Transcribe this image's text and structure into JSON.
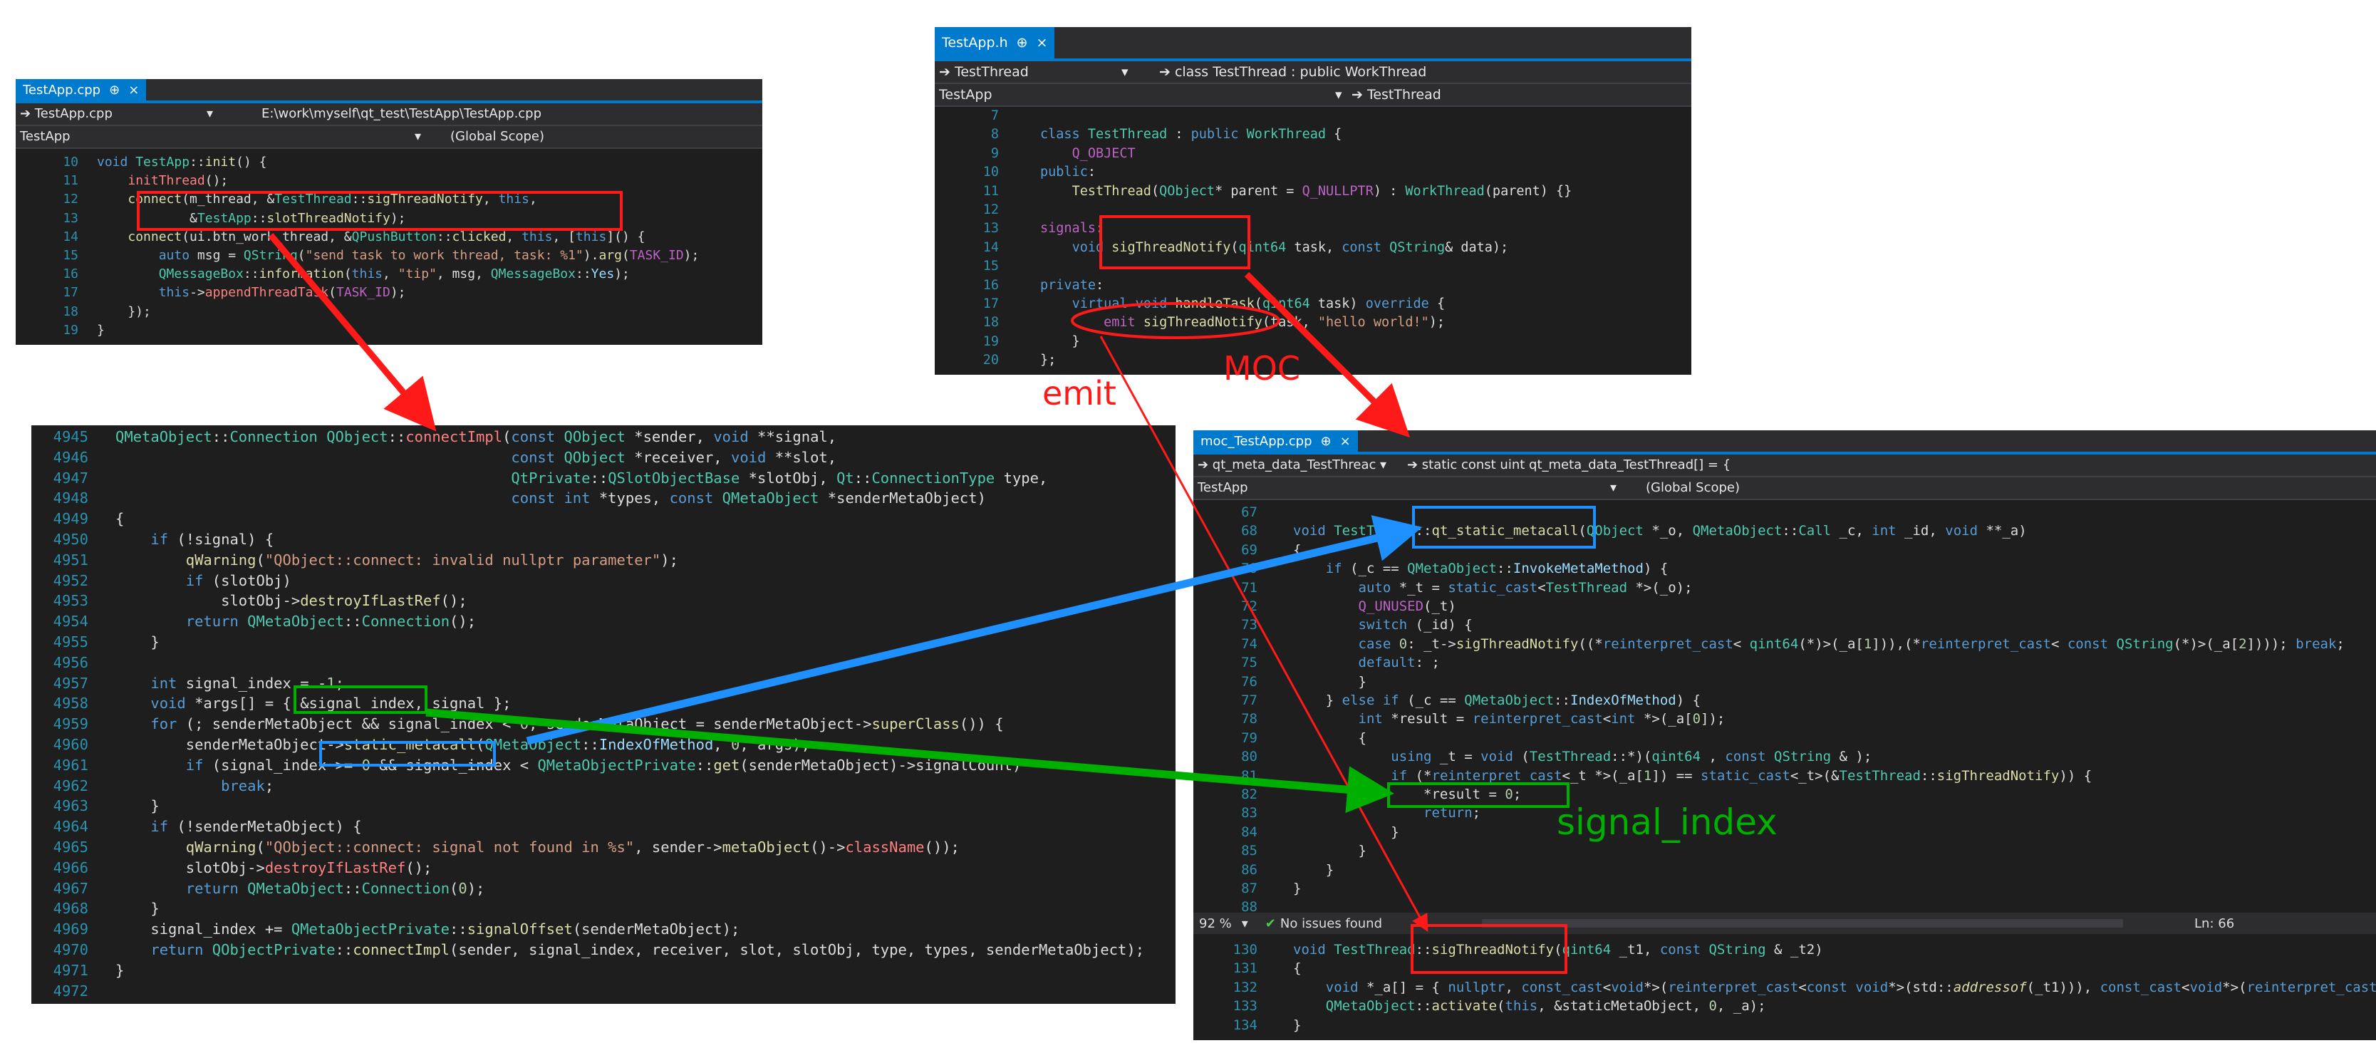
{
  "annotations": {
    "emit": "emit",
    "moc": "MOC",
    "signal_index": "signal_index"
  },
  "colors": {
    "red": "#ff1a1a",
    "blue": "#1e90ff",
    "green": "#00b000",
    "tab": "#007acc"
  },
  "panel1": {
    "tab": "TestApp.cpp",
    "pin": "⊕",
    "close": "×",
    "nav1_file": "➔ TestApp.cpp",
    "nav1_path": "E:\\work\\myself\\qt_test\\TestApp\\TestApp.cpp",
    "nav2_class": "TestApp",
    "nav2_scope": "(Global Scope)",
    "lines": [
      {
        "n": "10",
        "h": "<span class='kw'>void</span> <span class='ty'>TestApp</span>::<span class='fn'>init</span>() {"
      },
      {
        "n": "11",
        "h": "    <span class='fnr'>initThread</span>();"
      },
      {
        "n": "12",
        "h": "    <span class='fn'>connect</span>(m_thread, &amp;<span class='ty'>TestThread</span>::<span class='fn'>sigThreadNotify</span>, <span class='kw'>this</span>,"
      },
      {
        "n": "13",
        "h": "            &amp;<span class='ty'>TestApp</span>::<span class='fn'>slotThreadNotify</span>);"
      },
      {
        "n": "14",
        "h": "    <span class='fn'>connect</span>(ui.btn_work_thread, &amp;<span class='ty'>QPushButton</span>::<span class='fn'>clicked</span>, <span class='kw'>this</span>, [<span class='kw'>this</span>]() {"
      },
      {
        "n": "15",
        "h": "        <span class='kw'>auto</span> msg = <span class='ty'>QString</span>(<span class='str'>\"send task to work thread, task: %1\"</span>).<span class='fn'>arg</span>(<span class='mac'>TASK_ID</span>);"
      },
      {
        "n": "16",
        "h": "        <span class='ty'>QMessageBox</span>::<span class='fn'>information</span>(<span class='kw'>this</span>, <span class='str'>\"tip\"</span>, msg, <span class='ty'>QMessageBox</span>::<span class='id'>Yes</span>);"
      },
      {
        "n": "17",
        "h": "        <span class='kw'>this</span>-&gt;<span class='fnr'>appendThreadTask</span>(<span class='mac'>TASK_ID</span>);"
      },
      {
        "n": "18",
        "h": "    });"
      },
      {
        "n": "19",
        "h": "}"
      }
    ]
  },
  "panel2": {
    "tab": "TestApp.h",
    "pin": "⊕",
    "close": "×",
    "nav1_class": "➔ TestThread",
    "nav1_scope": "➔ class TestThread : public WorkThread",
    "nav2_class": "TestApp",
    "nav2_scope": "➔ TestThread",
    "lines": [
      {
        "n": "7",
        "h": ""
      },
      {
        "n": "8",
        "h": "<span class='kw'>class</span> <span class='ty'>TestThread</span> : <span class='kw'>public</span> <span class='ty'>WorkThread</span> {"
      },
      {
        "n": "9",
        "h": "    <span class='mac'>Q_OBJECT</span>"
      },
      {
        "n": "10",
        "h": "<span class='kw'>public</span>:"
      },
      {
        "n": "11",
        "h": "    <span class='fn'>TestThread</span>(<span class='ty'>QObject</span>* parent = <span class='mac'>Q_NULLPTR</span>) : <span class='ty'>WorkThread</span>(parent) {}"
      },
      {
        "n": "12",
        "h": ""
      },
      {
        "n": "13",
        "h": "<span class='mac'>signals</span>:"
      },
      {
        "n": "14",
        "h": "    <span class='kw'>void</span> <span class='fn'>sigThreadNotify</span>(<span class='ty'>qint64</span> task, <span class='kw'>const</span> <span class='ty'>QString</span>&amp; data);"
      },
      {
        "n": "15",
        "h": ""
      },
      {
        "n": "16",
        "h": "<span class='kw'>private</span>:"
      },
      {
        "n": "17",
        "h": "    <span class='kw'>virtual</span> <span class='kw'>void</span> <span class='fn'>handleTask</span>(<span class='ty'>qint64</span> task) <span class='kw'>override</span> {"
      },
      {
        "n": "18",
        "h": "        <span class='mac'>emit</span> <span class='fn'>sigThreadNotify</span>(task, <span class='str'>\"hello world!\"</span>);"
      },
      {
        "n": "19",
        "h": "    }"
      },
      {
        "n": "20",
        "h": "};"
      }
    ]
  },
  "panel3": {
    "lines": [
      {
        "n": "4945",
        "h": "<span class='ty'>QMetaObject</span>::<span class='ty'>Connection</span> <span class='ty'>QObject</span>::<span class='fnr'>connectImpl</span>(<span class='kw'>const</span> <span class='ty'>QObject</span> *sender, <span class='kw'>void</span> **signal,"
      },
      {
        "n": "4946",
        "h": "                                             <span class='kw'>const</span> <span class='ty'>QObject</span> *receiver, <span class='kw'>void</span> **slot,"
      },
      {
        "n": "4947",
        "h": "                                             <span class='ty'>QtPrivate</span>::<span class='ty'>QSlotObjectBase</span> *slotObj, <span class='ty'>Qt</span>::<span class='ty'>ConnectionType</span> type,"
      },
      {
        "n": "4948",
        "h": "                                             <span class='kw'>const</span> <span class='kw'>int</span> *types, <span class='kw'>const</span> <span class='ty'>QMetaObject</span> *senderMetaObject)"
      },
      {
        "n": "4949",
        "h": "{"
      },
      {
        "n": "4950",
        "h": "    <span class='kw'>if</span> (!signal) {"
      },
      {
        "n": "4951",
        "h": "        <span class='fn'>qWarning</span>(<span class='str'>\"QObject::connect: invalid nullptr parameter\"</span>);"
      },
      {
        "n": "4952",
        "h": "        <span class='kw'>if</span> (slotObj)"
      },
      {
        "n": "4953",
        "h": "            slotObj-&gt;<span class='fn'>destroyIfLastRef</span>();"
      },
      {
        "n": "4954",
        "h": "        <span class='kw'>return</span> <span class='ty'>QMetaObject</span>::<span class='ty'>Connection</span>();"
      },
      {
        "n": "4955",
        "h": "    }"
      },
      {
        "n": "4956",
        "h": ""
      },
      {
        "n": "4957",
        "h": "    <span class='kw'>int</span> signal_index = -<span class='num'>1</span>;"
      },
      {
        "n": "4958",
        "h": "    <span class='kw'>void</span> *args[] = { &amp;signal_index, signal };"
      },
      {
        "n": "4959",
        "h": "    <span class='kw'>for</span> (; senderMetaObject &amp;&amp; signal_index &lt; <span class='num'>0</span>; senderMetaObject = senderMetaObject-&gt;<span class='fn'>superClass</span>()) {"
      },
      {
        "n": "4960",
        "h": "        senderMetaObject-&gt;<span class='fn'>static_metacall</span>(<span class='ty'>QMetaObject</span>::<span class='id'>IndexOfMethod</span>, <span class='num'>0</span>, args);"
      },
      {
        "n": "4961",
        "h": "        <span class='kw'>if</span> (signal_index &gt;= <span class='num'>0</span> &amp;&amp; signal_index &lt; <span class='ty'>QMetaObjectPrivate</span>::<span class='fn'>get</span>(senderMetaObject)-&gt;signalCount)"
      },
      {
        "n": "4962",
        "h": "            <span class='kw'>break</span>;"
      },
      {
        "n": "4963",
        "h": "    }"
      },
      {
        "n": "4964",
        "h": "    <span class='kw'>if</span> (!senderMetaObject) {"
      },
      {
        "n": "4965",
        "h": "        <span class='fn'>qWarning</span>(<span class='str'>\"QObject::connect: signal not found in %s\"</span>, sender-&gt;<span class='fn'>metaObject</span>()-&gt;<span class='fnr'>className</span>());"
      },
      {
        "n": "4966",
        "h": "        slotObj-&gt;<span class='fnr'>destroyIfLastRef</span>();"
      },
      {
        "n": "4967",
        "h": "        <span class='kw'>return</span> <span class='ty'>QMetaObject</span>::<span class='ty'>Connection</span>(<span class='num'>0</span>);"
      },
      {
        "n": "4968",
        "h": "    }"
      },
      {
        "n": "4969",
        "h": "    signal_index += <span class='ty'>QMetaObjectPrivate</span>::<span class='fn'>signalOffset</span>(senderMetaObject);"
      },
      {
        "n": "4970",
        "h": "    <span class='kw'>return</span> <span class='ty'>QObjectPrivate</span>::<span class='fn'>connectImpl</span>(sender, signal_index, receiver, slot, slotObj, type, types, senderMetaObject);"
      },
      {
        "n": "4971",
        "h": "}"
      },
      {
        "n": "4972",
        "h": ""
      }
    ]
  },
  "panel4": {
    "tab": "moc_TestApp.cpp",
    "pin": "⊕",
    "close": "×",
    "nav1_a": "➔ qt_meta_data_TestThreac",
    "nav1_b": "➔ static const uint qt_meta_data_TestThread[] = {",
    "nav2_class": "TestApp",
    "nav2_scope": "(Global Scope)",
    "zoom": "92 %",
    "issues": "No issues found",
    "ln": "Ln: 66",
    "lines": [
      {
        "n": "67",
        "h": ""
      },
      {
        "n": "68",
        "h": "<span class='kw'>void</span> <span class='ty'>TestThread</span>::<span class='fn'>qt_static_metacall</span>(<span class='ty'>QObject</span> *_o, <span class='ty'>QMetaObject</span>::<span class='ty'>Call</span> _c, <span class='kw'>int</span> _id, <span class='kw'>void</span> **_a)"
      },
      {
        "n": "69",
        "h": "{"
      },
      {
        "n": "70",
        "h": "    <span class='kw'>if</span> (_c == <span class='ty'>QMetaObject</span>::<span class='id'>InvokeMetaMethod</span>) {"
      },
      {
        "n": "71",
        "h": "        <span class='kw'>auto</span> *_t = <span class='kw'>static_cast</span>&lt;<span class='ty'>TestThread</span> *&gt;(_o);"
      },
      {
        "n": "72",
        "h": "        <span class='mac'>Q_UNUSED</span>(_t)"
      },
      {
        "n": "73",
        "h": "        <span class='kw'>switch</span> (_id) {"
      },
      {
        "n": "74",
        "h": "        <span class='kw'>case</span> <span class='num'>0</span>: _t-&gt;<span class='fn'>sigThreadNotify</span>((*<span class='kw'>reinterpret_cast</span>&lt; <span class='ty'>qint64</span>(*)&gt;(_a[<span class='num'>1</span>])),(*<span class='kw'>reinterpret_cast</span>&lt; <span class='kw'>const</span> <span class='ty'>QString</span>(*)&gt;(_a[<span class='num'>2</span>]))); <span class='kw'>break</span>;"
      },
      {
        "n": "75",
        "h": "        <span class='kw'>default</span>: ;"
      },
      {
        "n": "76",
        "h": "        }"
      },
      {
        "n": "77",
        "h": "    } <span class='kw'>else</span> <span class='kw'>if</span> (_c == <span class='ty'>QMetaObject</span>::<span class='id'>IndexOfMethod</span>) {"
      },
      {
        "n": "78",
        "h": "        <span class='kw'>int</span> *result = <span class='kw'>reinterpret_cast</span>&lt;<span class='kw'>int</span> *&gt;(_a[<span class='num'>0</span>]);"
      },
      {
        "n": "79",
        "h": "        {"
      },
      {
        "n": "80",
        "h": "            <span class='kw'>using</span> _t = <span class='kw'>void</span> (<span class='ty'>TestThread</span>::*)(<span class='ty'>qint64</span> , <span class='kw'>const</span> <span class='ty'>QString</span> &amp; );"
      },
      {
        "n": "81",
        "h": "            <span class='kw'>if</span> (*<span class='kw'>reinterpret_cast</span>&lt;_t *&gt;(_a[<span class='num'>1</span>]) == <span class='kw'>static_cast</span>&lt;_t&gt;(&amp;<span class='ty'>TestThread</span>::<span class='fn'>sigThreadNotify</span>)) {"
      },
      {
        "n": "82",
        "h": "                *result = <span class='num'>0</span>;"
      },
      {
        "n": "83",
        "h": "                <span class='kw'>return</span>;"
      },
      {
        "n": "84",
        "h": "            }"
      },
      {
        "n": "85",
        "h": "        }"
      },
      {
        "n": "86",
        "h": "    }"
      },
      {
        "n": "87",
        "h": "}"
      },
      {
        "n": "88",
        "h": ""
      }
    ],
    "lines2": [
      {
        "n": "130",
        "h": "<span class='kw'>void</span> <span class='ty'>TestThread</span>::<span class='fn'>sigThreadNotify</span>(<span class='ty'>qint64</span> _t1, <span class='kw'>const</span> <span class='ty'>QString</span> &amp; _t2)"
      },
      {
        "n": "131",
        "h": "{"
      },
      {
        "n": "132",
        "h": "    <span class='kw'>void</span> *_a[] = { <span class='kw'>nullptr</span>, <span class='kw'>const_cast</span>&lt;<span class='kw'>void</span>*&gt;(<span class='kw'>reinterpret_cast</span>&lt;<span class='kw'>const</span> <span class='kw'>void</span>*&gt;(std::<span class='fn'><i>addressof</i></span>(_t1))), <span class='kw'>const_cast</span>&lt;<span class='kw'>void</span>*&gt;(<span class='kw'>reinterpret_cast</span>"
      },
      {
        "n": "133",
        "h": "    <span class='ty'>QMetaObject</span>::<span class='fn'>activate</span>(<span class='kw'>this</span>, &amp;staticMetaObject, <span class='num'>0</span>, _a);"
      },
      {
        "n": "134",
        "h": "}"
      }
    ]
  }
}
